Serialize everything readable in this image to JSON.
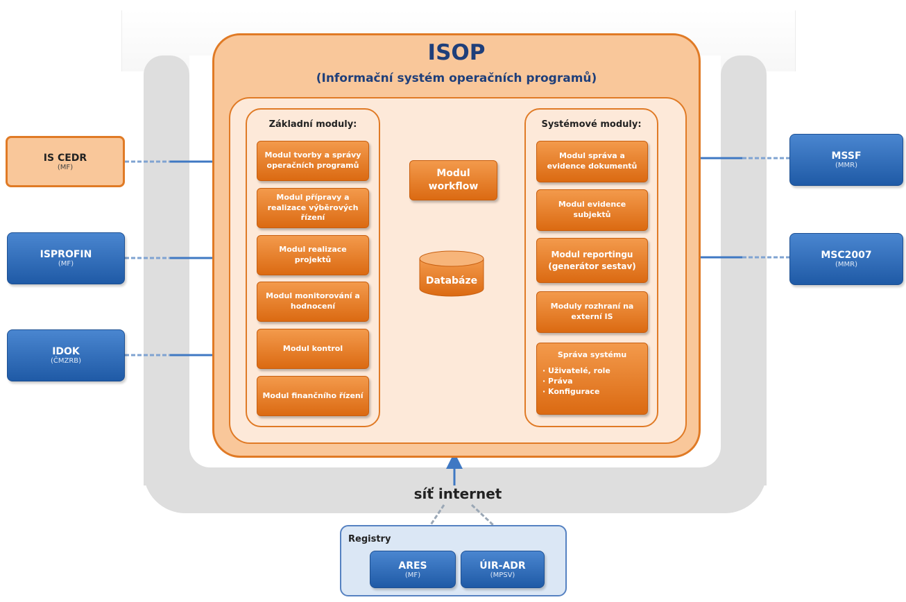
{
  "isop": {
    "title": "ISOP",
    "subtitle": "(Informační systém operačních programů)"
  },
  "basic_modules": {
    "title": "Základní moduly:",
    "items": [
      "Modul tvorby a správy operačních programů",
      "Modul přípravy a realizace výběrových řízení",
      "Modul realizace projektů",
      "Modul monitorování a hodnocení",
      "Modul kontrol",
      "Modul finančního řízení"
    ]
  },
  "system_modules": {
    "title": "Systémové moduly:",
    "items": [
      "Modul správa a evidence dokumentů",
      "Modul evidence subjektů",
      "Modul reportingu (generátor sestav)",
      "Moduly rozhraní na externí IS"
    ],
    "admin": {
      "title": "Správa systému",
      "items": [
        "· Uživatelé, role",
        "· Práva",
        "· Konfigurace"
      ]
    }
  },
  "center": {
    "workflow": "Modul workflow",
    "database": "Databáze"
  },
  "external_left": [
    {
      "name": "IS CEDR",
      "sub": "(MF)"
    },
    {
      "name": "ISPROFIN",
      "sub": "(MF)"
    },
    {
      "name": "IDOK",
      "sub": "(ČMZRB)"
    }
  ],
  "external_right": [
    {
      "name": "MSSF",
      "sub": "(MMR)"
    },
    {
      "name": "MSC2007",
      "sub": "(MMR)"
    }
  ],
  "network_label": "síť internet",
  "registry": {
    "title": "Registry",
    "items": [
      {
        "name": "ARES",
        "sub": "(MF)"
      },
      {
        "name": "ÚIR-ADR",
        "sub": "(MPSV)"
      }
    ]
  },
  "colors": {
    "orange_module": "#e8801f",
    "orange_light": "#f9c79a",
    "blue_external": "#2f6bbd",
    "network_grey": "#dedede",
    "title_blue": "#1f3f7a"
  }
}
